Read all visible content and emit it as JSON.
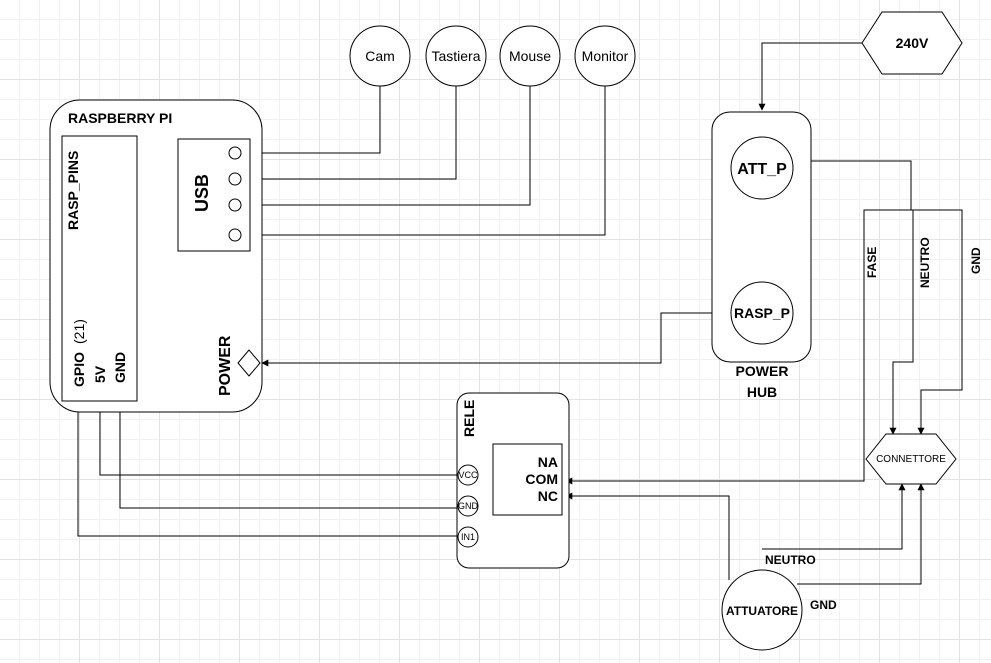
{
  "peripherals": {
    "cam": "Cam",
    "tastiera": "Tastiera",
    "mouse": "Mouse",
    "monitor": "Monitor"
  },
  "supply": {
    "label": "240V"
  },
  "raspberry": {
    "title": "RASPBERRY PI",
    "pins_label": "RASP_PINS",
    "usb_label": "USB",
    "power_label": "POWER",
    "gpio_label": "GPIO",
    "gpio_number": "(21)",
    "pin_5v": "5V",
    "pin_gnd": "GND"
  },
  "power_hub": {
    "title_line1": "POWER",
    "title_line2": "HUB",
    "att_p": "ATT_P",
    "rasp_p": "RASP_P"
  },
  "rele": {
    "title": "RELE",
    "na": "NA",
    "com": "COM",
    "nc": "NC",
    "vcc": "VCC",
    "gnd": "GND",
    "in1": "IN1"
  },
  "connettore": {
    "label": "CONNETTORE"
  },
  "attuatore": {
    "label": "ATTUATORE"
  },
  "wires": {
    "fase": "FASE",
    "neutro_v": "NEUTRO",
    "gnd_v": "GND",
    "neutro_att": "NEUTRO",
    "gnd_att": "GND"
  }
}
